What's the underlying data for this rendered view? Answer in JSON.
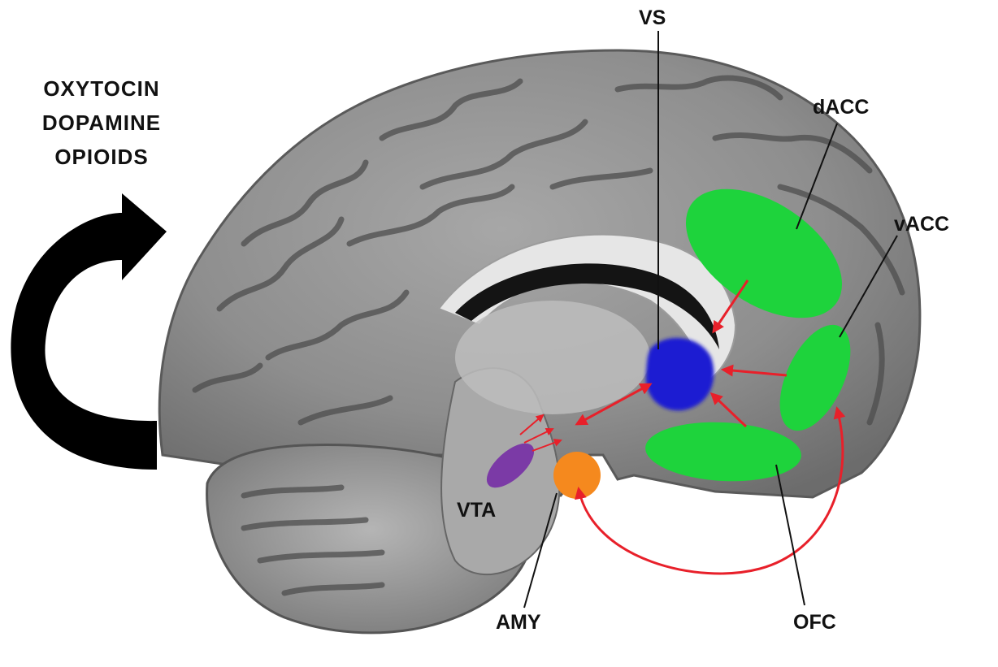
{
  "neurotransmitters": [
    "OXYTOCIN",
    "DOPAMINE",
    "OPIOIDS"
  ],
  "regions": {
    "vs": {
      "label": "VS",
      "color": "#1a1ad2"
    },
    "dacc": {
      "label": "dACC",
      "color": "#1ed33c"
    },
    "vacc": {
      "label": "vACC",
      "color": "#1ed33c"
    },
    "ofc": {
      "label": "OFC",
      "color": "#1ed33c"
    },
    "vta": {
      "label": "VTA",
      "color": "#7b3aa6"
    },
    "amy": {
      "label": "AMY",
      "color": "#f5891e"
    }
  },
  "connection_color": "#e8202a",
  "icons": {
    "cycle_arrow": "curved-cycle-arrow-icon",
    "brain": "sagittal-brain-section"
  }
}
